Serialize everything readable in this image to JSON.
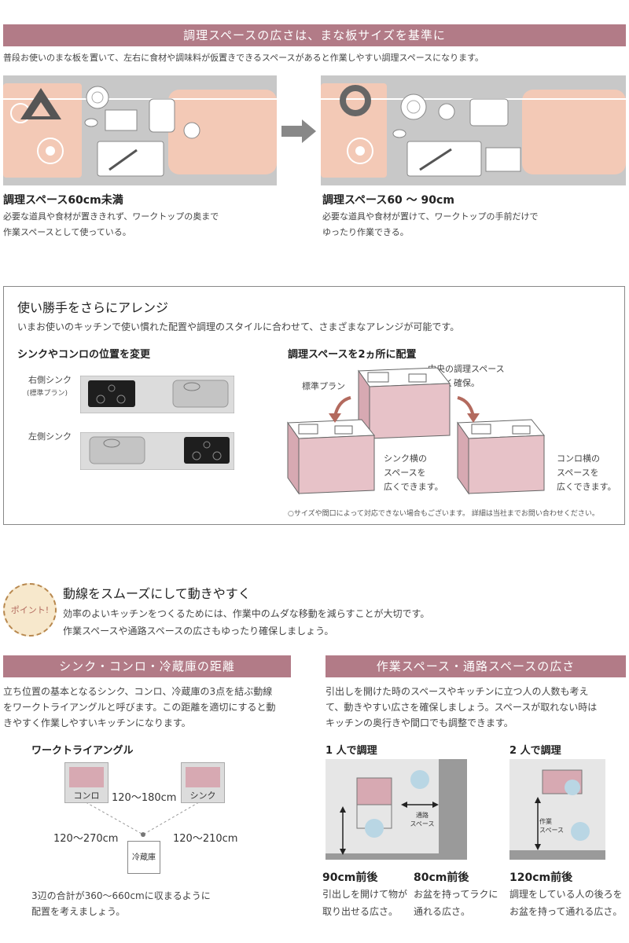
{
  "section1": {
    "title": "調理スペースの広さは、まな板サイズを基準に",
    "intro": "普段お使いのまな板を置いて、左右に食材や調味料が仮置きできるスペースがあると作業しやすい調理スペースになります。",
    "left": {
      "mark": "△",
      "heading": "調理スペース60cm未満",
      "desc1": "必要な道具や食材が置ききれず、ワークトップの奥まで",
      "desc2": "作業スペースとして使っている。"
    },
    "right": {
      "mark": "○",
      "heading": "調理スペース60 〜 90cm",
      "desc1": "必要な道具や食材が置けて、ワークトップの手前だけで",
      "desc2": "ゆったり作業できる。"
    }
  },
  "section2": {
    "title": "使い勝手をさらにアレンジ",
    "subtitle": "いまお使いのキッチンで使い慣れた配置や調理のスタイルに合わせて、さまざまなアレンジが可能です。",
    "left_heading": "シンクやコンロの位置を変更",
    "right_sink_label": "右側シンク",
    "right_sink_sub": "(標準プラン)",
    "left_sink_label": "左側シンク",
    "right_heading": "調理スペースを2ヵ所に配置",
    "standard_plan": "標準プラン",
    "center_note1": "中央の調理スペース",
    "center_note2": "を広く確保。",
    "sink_side1": "シンク横の",
    "sink_side2": "スペースを",
    "sink_side3": "広くできます。",
    "stove_side1": "コンロ横の",
    "stove_side2": "スペースを",
    "stove_side3": "広くできます。",
    "footnote": "○サイズや間口によって対応できない場合もございます。 詳細は当社までお問い合わせください。"
  },
  "section3": {
    "badge": "ポイント!",
    "title": "動線をスムーズにして動きやすく",
    "line1": "効率のよいキッチンをつくるためには、作業中のムダな移動を減らすことが大切です。",
    "line2": "作業スペースや通路スペースの広さもゆったり確保しましょう。"
  },
  "section4": {
    "title": "シンク・コンロ・冷蔵庫の距離",
    "text1": "立ち位置の基本となるシンク、コンロ、冷蔵庫の3点を結ぶ動線",
    "text2": "をワークトライアングルと呼びます。この距離を適切にすると動",
    "text3": "きやすく作業しやすいキッチンになります。",
    "diagram_title": "ワークトライアングル",
    "stove": "コンロ",
    "sink": "シンク",
    "fridge": "冷蔵庫",
    "d_top": "120〜180cm",
    "d_left": "120〜270cm",
    "d_right": "120〜210cm",
    "note1": "3辺の合計が360〜660cmに収まるように",
    "note2": "配置を考えましょう。"
  },
  "section5": {
    "title": "作業スペース・通路スペースの広さ",
    "text1": "引出しを開けた時のスペースやキッチンに立つ人の人数も考え",
    "text2": "て、動きやすい広さを確保しましょう。スペースが取れない時は",
    "text3": "キッチンの奥行きや間口でも調整できます。",
    "one_title": "1 人で調理",
    "two_title": "2 人で調理",
    "aisle1": "通路",
    "aisle2": "スペース",
    "work1": "作業",
    "work2": "スペース",
    "m1": "90cm前後",
    "m1d1": "引出しを開けて物が",
    "m1d2": "取り出せる広さ。",
    "m2": "80cm前後",
    "m2d1": "お盆を持ってラクに",
    "m2d2": "通れる広さ。",
    "m3": "120cm前後",
    "m3d1": "調理をしている人の後ろを",
    "m3d2": "お盆を持って通れる広さ。"
  },
  "colors": {
    "accent": "#b27b87",
    "counter_pink": "#f3c9b6",
    "cabinet_pink": "#e7c2c8"
  }
}
